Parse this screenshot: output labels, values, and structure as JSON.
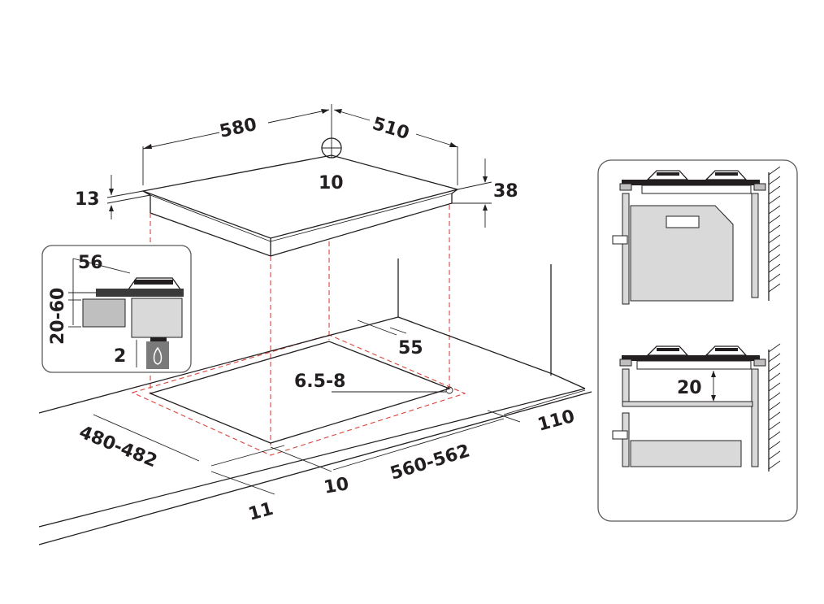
{
  "dimensions": {
    "hob_width": "580",
    "hob_depth": "510",
    "center_hole": "10",
    "left_thickness": "13",
    "right_height": "38",
    "inset_top": "56",
    "inset_range": "20-60",
    "inset_bottom": "2",
    "cutout_offset": "55",
    "gas_hole": "6.5-8",
    "cutout_depth": "480-482",
    "cutout_width": "560-562",
    "front_gap": "10",
    "edge_gap": "11",
    "back_gap": "110",
    "oven_gap": "20"
  },
  "colors": {
    "ink": "#231f20",
    "cutout_lines": "#d9443c",
    "appliance_fill": "#d9d9d9",
    "panel_border": "#5a5a5a",
    "wall_hatch": "#231f20"
  },
  "icons": {
    "gas_symbol": "flame-drop-icon",
    "wall": "wall-hatch-icon"
  }
}
